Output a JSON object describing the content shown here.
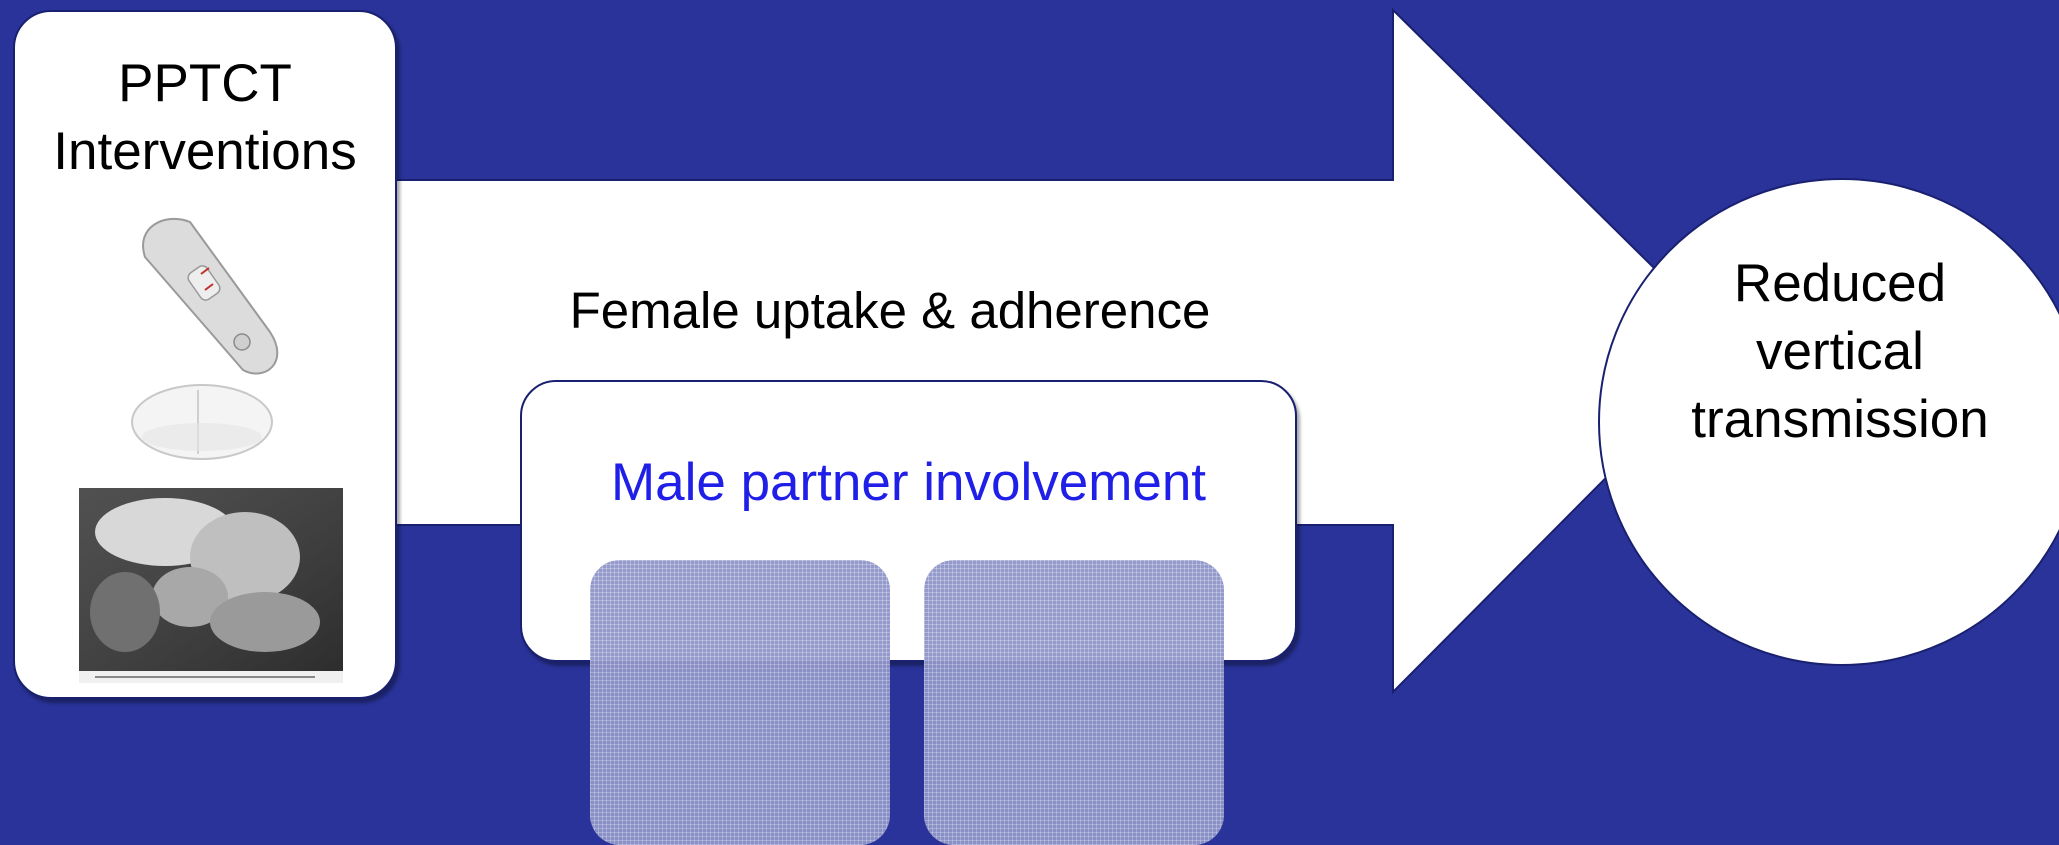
{
  "diagram": {
    "left_box": {
      "title_line1": "PPTCT",
      "title_line2": "Interventions"
    },
    "arrow_label": "Female uptake & adherence",
    "center_box": {
      "label": "Male partner involvement"
    },
    "outcome": {
      "line1": "Reduced",
      "line2": "vertical",
      "line3": "transmission"
    },
    "colors": {
      "background": "#293399",
      "shape_fill": "#ffffff",
      "highlight_text": "#1f1fe8",
      "patch_fill": "#8f95c9"
    }
  }
}
